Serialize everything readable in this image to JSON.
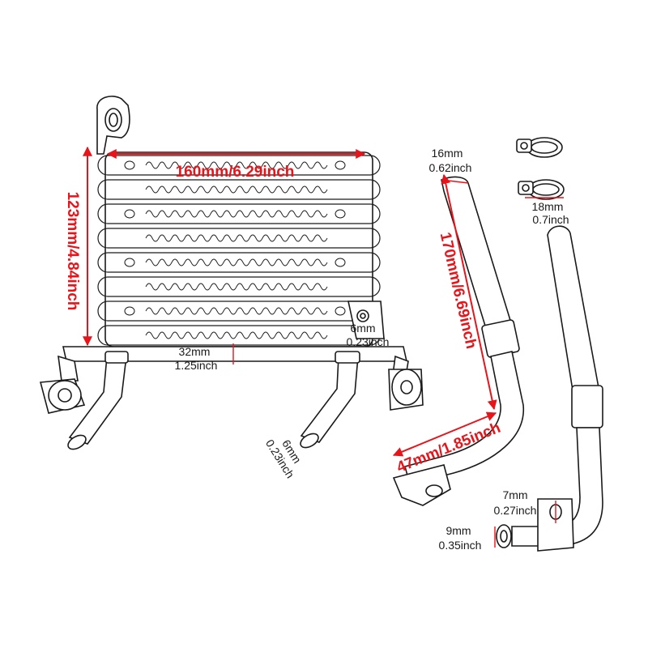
{
  "colors": {
    "dimension_red": "#e8141a",
    "outline": "#1a1a1a",
    "background": "#ffffff"
  },
  "dimensions": {
    "cooler_width": "160mm/6.29inch",
    "cooler_height": "123mm/4.84inch",
    "bracket_hole_mm": "6mm",
    "bracket_hole_in": "0.23inch",
    "bracket_depth_mm": "32mm",
    "bracket_depth_in": "1.25inch",
    "fitting_mm": "6mm",
    "fitting_in": "0.23inch",
    "hose_diameter_mm": "16mm",
    "hose_diameter_in": "0.62inch",
    "hose_length": "170mm/6.69inch",
    "pipe_length": "47mm/1.85inch",
    "clamp_mm": "18mm",
    "clamp_in": "0.7inch",
    "mount_hole_mm": "7mm",
    "mount_hole_in": "0.27inch",
    "pipe_end_mm": "9mm",
    "pipe_end_in": "0.35inch"
  }
}
